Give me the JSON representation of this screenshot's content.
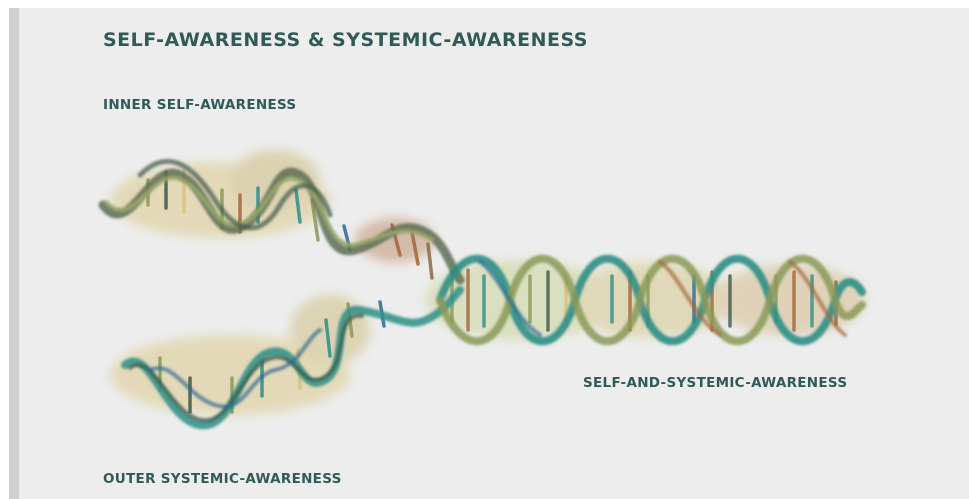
{
  "title": "SELF-AWARENESS & SYSTEMIC-AWARENESS",
  "labels": {
    "inner": "INNER SELF-AWARENESS",
    "combined": "SELF-AND-SYSTEMIC-AWARENESS",
    "outer": "OUTER SYSTEMIC-AWARENESS"
  },
  "colors": {
    "text": "#2f5a58",
    "background": "#ecedec",
    "strand_dark": "#3e5a4a",
    "strand_teal": "#2f8f86",
    "strand_blue": "#2c6a95",
    "strand_olive": "#8a9a58",
    "strand_rust": "#a4643a",
    "wash_yellow": "#d9c27a"
  }
}
